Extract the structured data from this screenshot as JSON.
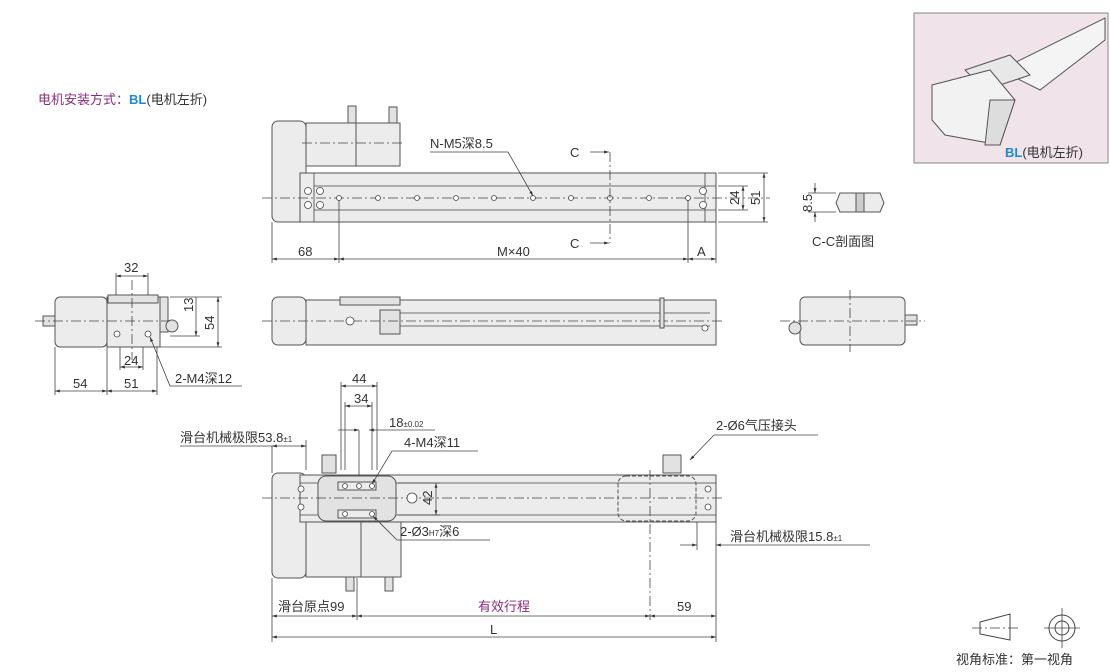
{
  "header": {
    "prefix": "电机安装方式：",
    "code": "BL",
    "suffix": "(电机左折)"
  },
  "thumbnail": {
    "code": "BL",
    "suffix": "(电机左折)"
  },
  "top_view": {
    "tap_label": "N-M5深8.5",
    "section_mark_top": "C",
    "section_mark_bottom": "C",
    "dim_left": "68",
    "dim_pitch": "M×40",
    "dim_end": "A",
    "dim_inner_height": "24",
    "dim_height": "51"
  },
  "section": {
    "dim": "8.5",
    "title": "C-C剖面图"
  },
  "end_view": {
    "dim_top": "32",
    "dim_13": "13",
    "dim_54_v": "54",
    "dim_24": "24",
    "dim_54_h": "54",
    "dim_51": "51",
    "tap_label": "2-M4深12"
  },
  "bottom_view": {
    "dim_44": "44",
    "dim_34": "34",
    "dim_18": "18",
    "dim_18_tol": "±0.02",
    "tap_label": "4-M4深11",
    "limit_left": "滑台机械极限53.8",
    "limit_left_tol": "±1",
    "air_label": "2-Ø6气压接头",
    "dim_42": "42",
    "pin_label_a": "2-Ø3",
    "pin_label_fit": "H7",
    "pin_label_b": "深6",
    "limit_right": "滑台机械极限15.8",
    "limit_right_tol": "±1",
    "origin": "滑台原点99",
    "stroke": "有效行程",
    "dim_59": "59",
    "dim_L": "L"
  },
  "legend": {
    "projection": "视角标准：第一视角"
  },
  "colors": {
    "accent_magenta": "#8a2c7c",
    "accent_blue": "#1a8ad0",
    "thumb_bg": "#f0e4ea"
  }
}
